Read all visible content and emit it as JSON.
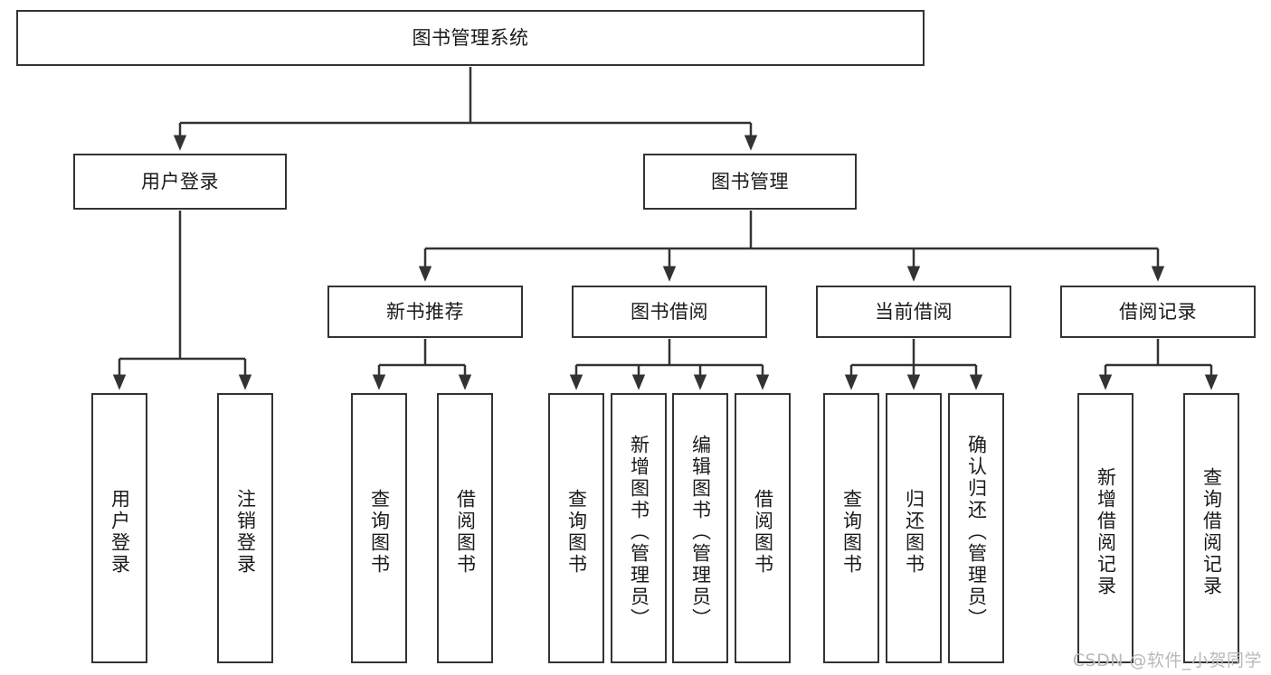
{
  "diagram": {
    "type": "tree-hierarchy",
    "title": "图书管理系统",
    "root": {
      "label": "图书管理系统"
    },
    "level2": [
      {
        "label": "用户登录"
      },
      {
        "label": "图书管理"
      }
    ],
    "level3": [
      {
        "label": "新书推荐"
      },
      {
        "label": "图书借阅"
      },
      {
        "label": "当前借阅"
      },
      {
        "label": "借阅记录"
      }
    ],
    "leaves": {
      "user_login": [
        {
          "label": "用户登录"
        },
        {
          "label": "注销登录"
        }
      ],
      "new_book_recommend": [
        {
          "label": "查询图书"
        },
        {
          "label": "借阅图书"
        }
      ],
      "book_borrow": [
        {
          "label": "查询图书"
        },
        {
          "label": "新增图书（管理员）"
        },
        {
          "label": "编辑图书（管理员）"
        },
        {
          "label": "借阅图书"
        }
      ],
      "current_borrow": [
        {
          "label": "查询图书"
        },
        {
          "label": "归还图书"
        },
        {
          "label": "确认归还（管理员）"
        }
      ],
      "borrow_record": [
        {
          "label": "新增借阅记录"
        },
        {
          "label": "查询借阅记录"
        }
      ]
    }
  },
  "watermark": {
    "text": "CSDN @软件_小贺同学"
  },
  "colors": {
    "stroke": "#333333",
    "text": "#1a1a1a",
    "background": "#ffffff",
    "watermark": "#b9b9b9"
  }
}
